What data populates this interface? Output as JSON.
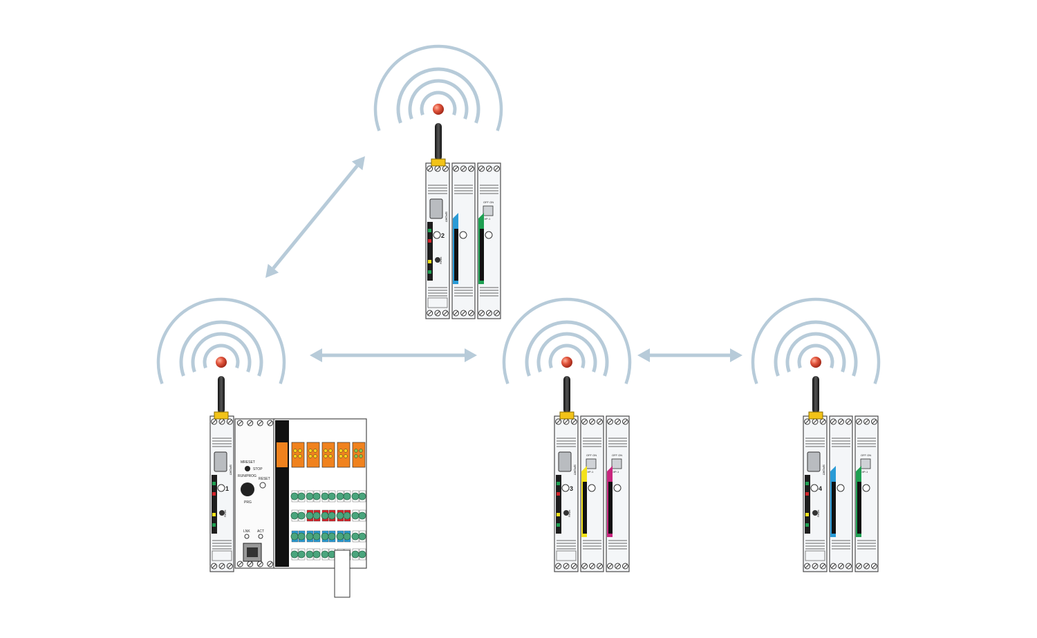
{
  "colors": {
    "wave": "#b7cbd9",
    "arrow": "#b7cbd9",
    "antenna_tip": "#e2553d",
    "antenna_base": "#f2c318",
    "module_fill": "#f4f6f8",
    "module_stroke": "#4a4a4a",
    "orange_block": "#f0821e",
    "terminal_green": "#4aa57d",
    "accent_red": "#d2232a",
    "accent_blue": "#2a9bd6",
    "accent_yellow": "#f3e21a",
    "accent_green": "#1ea052",
    "accent_magenta": "#c8267e"
  },
  "plc": {
    "mreset_label": "MRESET",
    "stop_label": "STOP",
    "run_label": "RUN/PROG",
    "reset_label": "RESET",
    "prg_label": "PRG",
    "link_label": "LNK",
    "act_label": "ACT"
  },
  "radio_labels": {
    "sport": "SPORT",
    "reset": "Reset",
    "dip_title": "OFF ON",
    "dip_name": "DIP-1"
  },
  "nodes": [
    {
      "id": "top",
      "station_number": "2"
    },
    {
      "id": "plc",
      "station_number": "1"
    },
    {
      "id": "middle",
      "station_number": "3"
    },
    {
      "id": "right",
      "station_number": "4"
    }
  ]
}
